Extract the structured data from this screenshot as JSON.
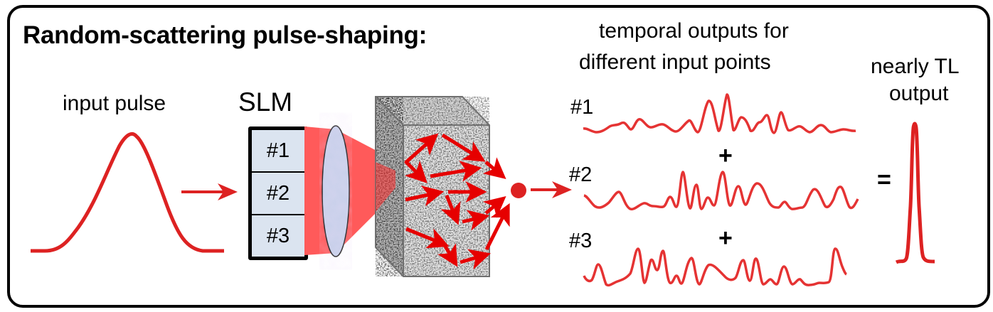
{
  "title": "Random-scattering pulse-shaping:",
  "input": {
    "label": "input pulse"
  },
  "slm": {
    "label": "SLM",
    "segments": [
      "#1",
      "#2",
      "#3"
    ],
    "fill_color": "#dbe4f0"
  },
  "outputs_header": {
    "line1": "temporal outputs for",
    "line2": "different input points"
  },
  "traces": [
    {
      "label": "#1"
    },
    {
      "label": "#2",
      "operator": "+"
    },
    {
      "label": "#3",
      "operator": "+"
    }
  ],
  "equals": "=",
  "result": {
    "line1": "nearly TL",
    "line2": "output"
  },
  "colors": {
    "pulse_red": "#dd2222",
    "beam_red": "#ff5a5a",
    "arrow_red": "#e60000",
    "lens_fill": "#c8d0ea",
    "frame": "#000000"
  }
}
